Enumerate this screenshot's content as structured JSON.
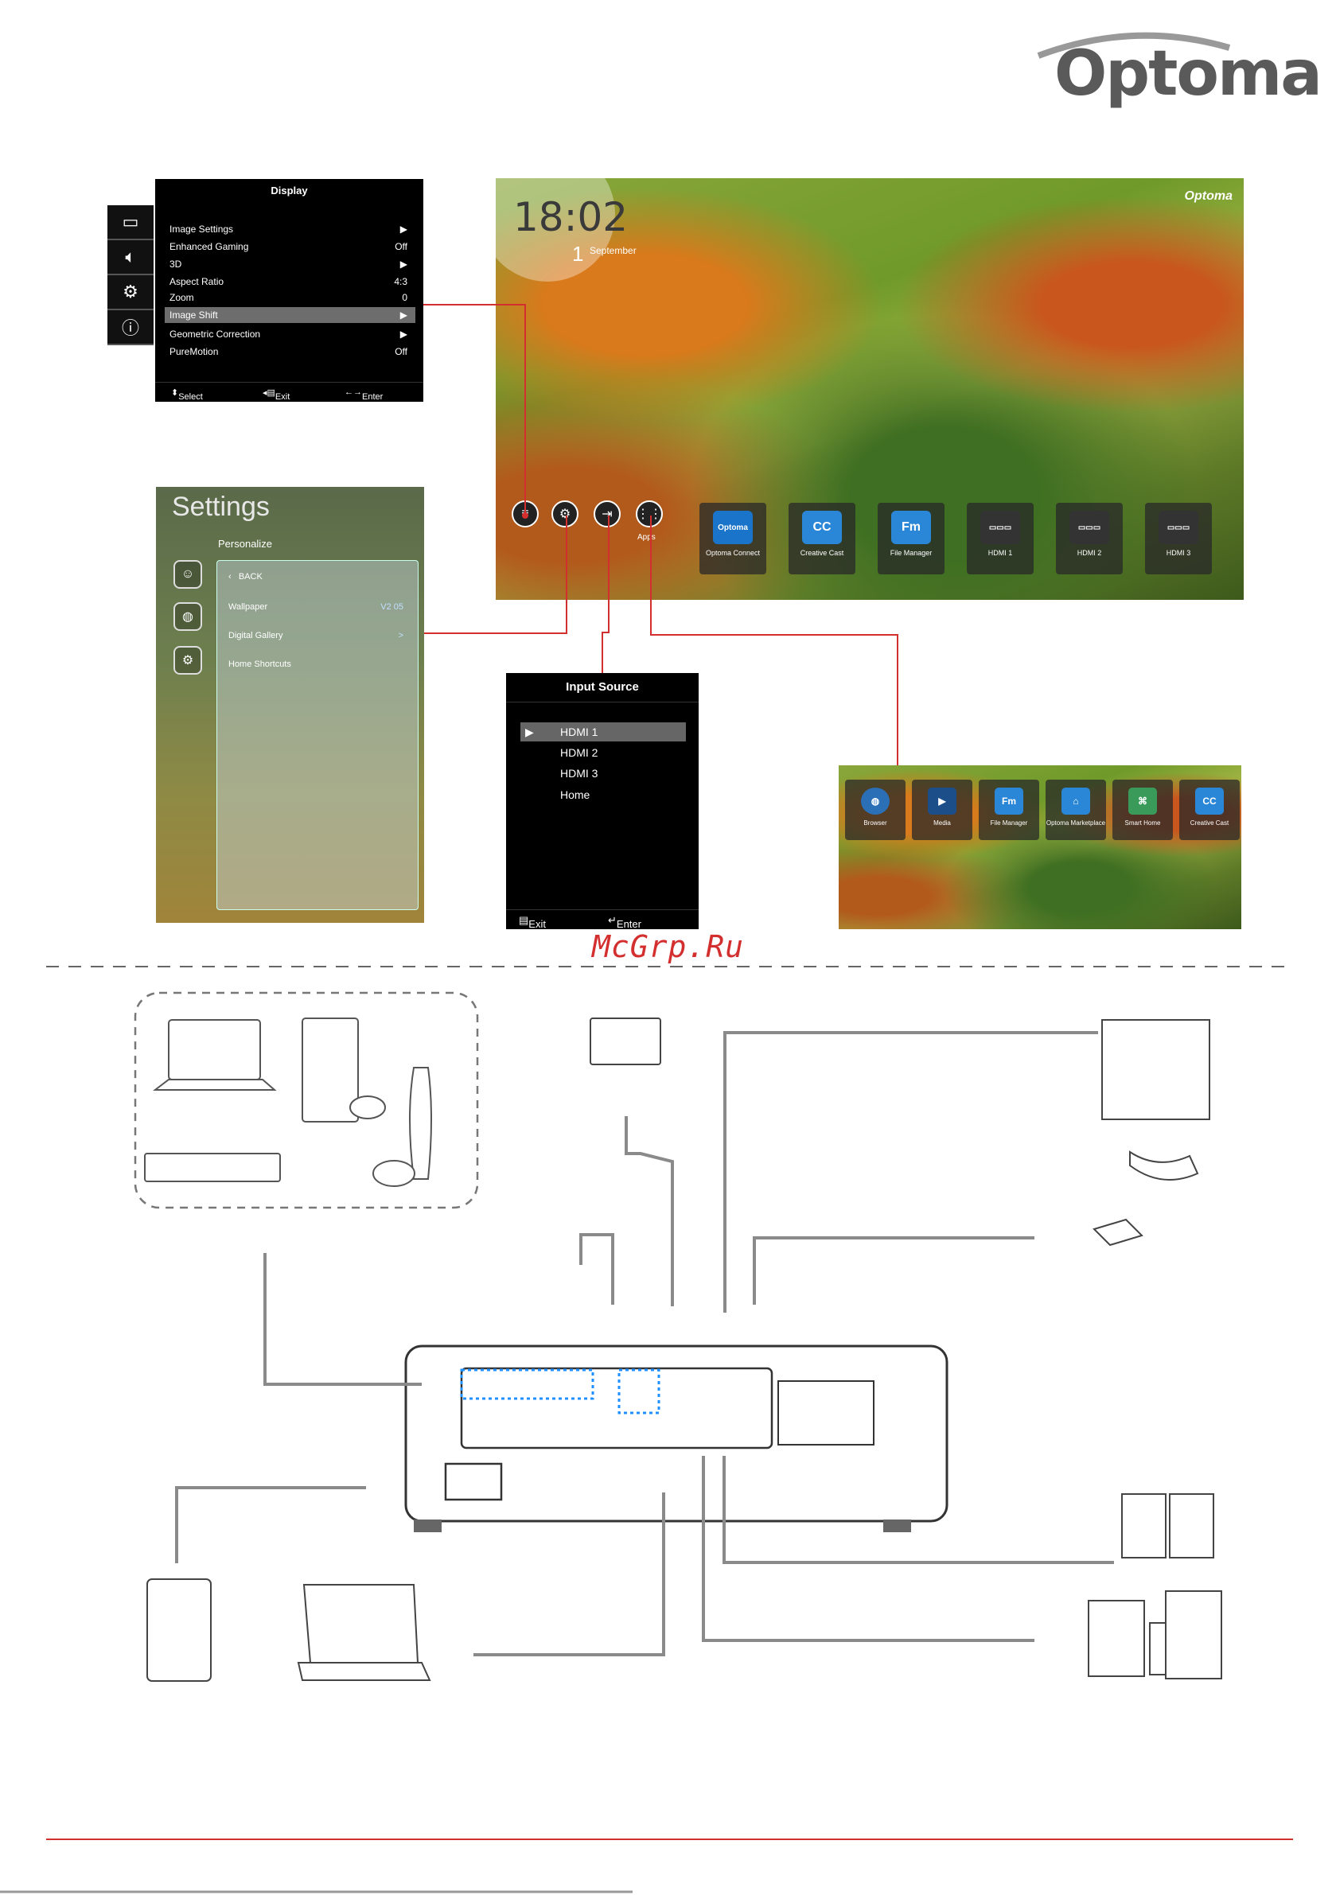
{
  "brand": {
    "logo_text": "Optoma"
  },
  "display_menu": {
    "title": "Display",
    "items": [
      {
        "label": "Image Settings",
        "value": "▶"
      },
      {
        "label": "Enhanced Gaming",
        "value": "Off"
      },
      {
        "label": "3D",
        "value": "▶"
      },
      {
        "label": "Aspect Ratio",
        "value": "4:3"
      },
      {
        "label": "Zoom",
        "value": "0"
      },
      {
        "label": "Image Shift",
        "value": "▶"
      },
      {
        "label": "Geometric Correction",
        "value": "▶"
      },
      {
        "label": "PureMotion",
        "value": "Off"
      }
    ],
    "selected_index": 5,
    "footer": {
      "select": "Select",
      "exit": "Exit",
      "enter": "Enter"
    }
  },
  "home": {
    "time": "18:02",
    "day": "1",
    "month": "September",
    "brand": "Optoma",
    "apps_label": "Apps",
    "tiles": [
      {
        "label": "Optoma Connect",
        "icon": "Optoma",
        "color": "#1a74c9"
      },
      {
        "label": "Creative Cast",
        "icon": "CC",
        "color": "#2a86d6"
      },
      {
        "label": "File Manager",
        "icon": "Fm",
        "color": "#2a86d6"
      },
      {
        "label": "HDMI 1",
        "icon": "hdmi-icon",
        "color": "#333333"
      },
      {
        "label": "HDMI 2",
        "icon": "hdmi-icon",
        "color": "#333333"
      },
      {
        "label": "HDMI 3",
        "icon": "hdmi-icon",
        "color": "#333333"
      }
    ]
  },
  "settings": {
    "title": "Settings",
    "subtitle": "Personalize",
    "back": "BACK",
    "rows": [
      {
        "label": "Wallpaper",
        "value": "V2 05"
      },
      {
        "label": "Digital Gallery",
        "value": ">"
      },
      {
        "label": "Home Shortcuts",
        "value": ""
      }
    ]
  },
  "input_source": {
    "title": "Input Source",
    "items": [
      "HDMI 1",
      "HDMI 2",
      "HDMI 3",
      "Home"
    ],
    "selected_index": 0,
    "footer": {
      "exit": "Exit",
      "enter": "Enter"
    }
  },
  "apps_panel": {
    "tiles": [
      {
        "label": "Browser",
        "color": "#2b6fb6"
      },
      {
        "label": "Media",
        "color": "#1c4f8a"
      },
      {
        "label": "File Manager",
        "color": "#2a86d6"
      },
      {
        "label": "Optoma Marketplace",
        "color": "#2a86d6"
      },
      {
        "label": "Smart Home",
        "color": "#3a9a5a"
      },
      {
        "label": "Creative Cast",
        "color": "#2a86d6"
      }
    ]
  },
  "watermark": "McGrp.Ru",
  "colors": {
    "accent_red": "#d32f2f",
    "cable_gray": "#8a8a8a",
    "usb_blue": "#1e90ff"
  }
}
